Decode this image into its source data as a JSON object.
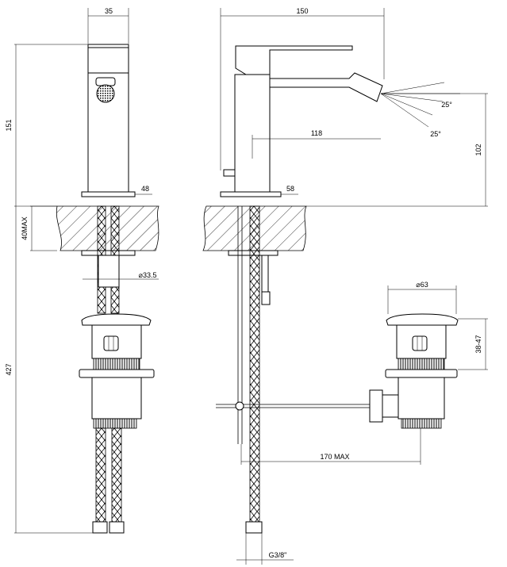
{
  "dimensions": {
    "top_width_front": "35",
    "top_width_side": "150",
    "body_height": "151",
    "base_width_front": "48",
    "base_width_side": "58",
    "deck_thickness": "40MAX",
    "hose_diameter": "⌀33.5",
    "total_height": "427",
    "outlet_to_base": "102",
    "spout_reach": "118",
    "angle_up": "25°",
    "angle_down": "25°",
    "waste_diameter": "⌀63",
    "waste_height": "38-47",
    "pull_rod_length": "170 MAX",
    "connection_thread": "G3/8\""
  }
}
